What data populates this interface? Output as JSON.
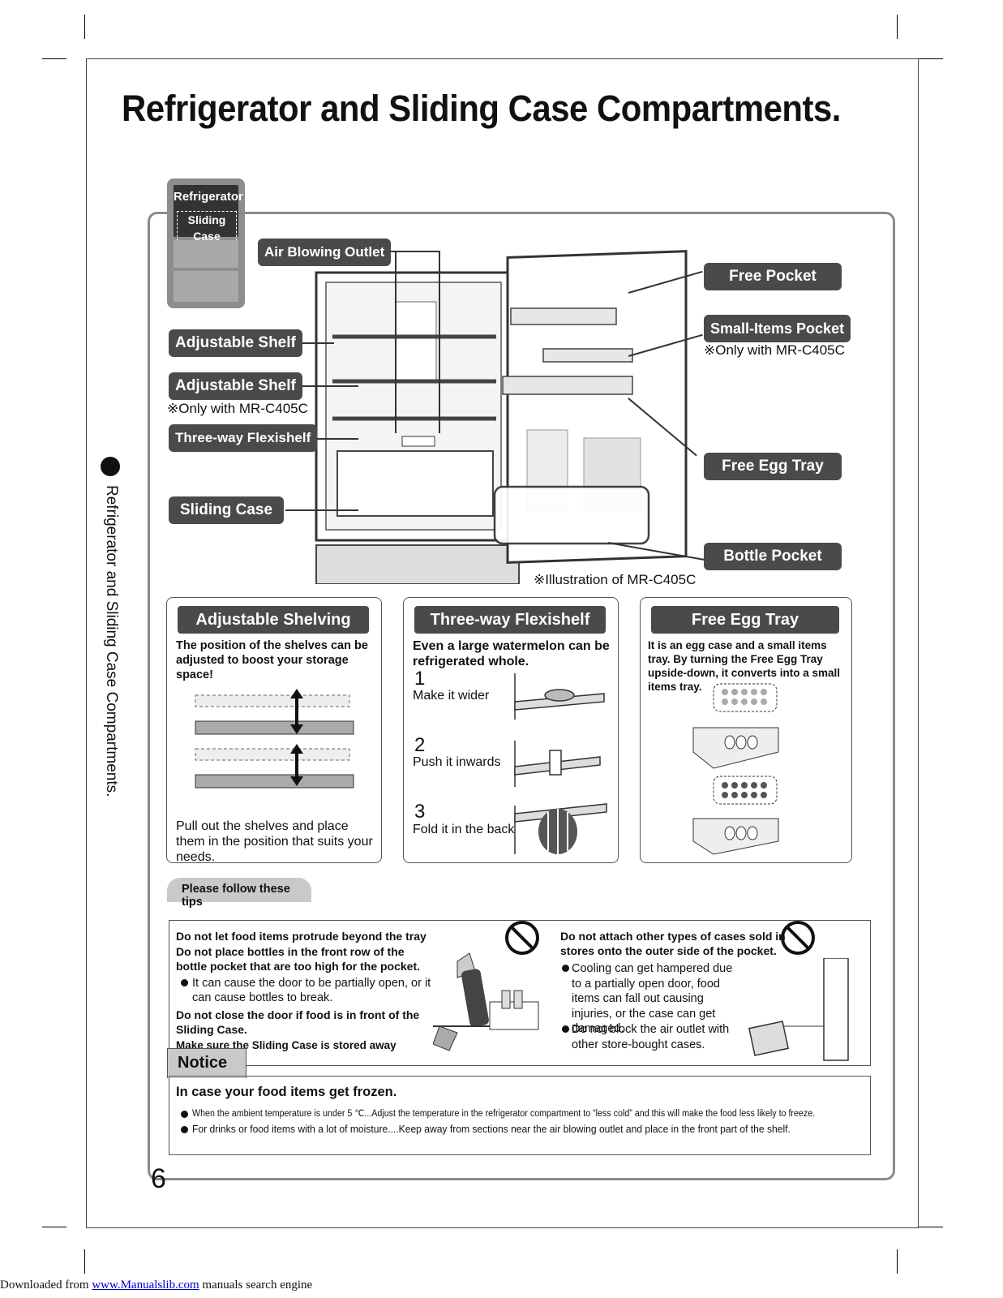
{
  "page": {
    "title": "Refrigerator and Sliding Case Compartments.",
    "side_label": "Refrigerator and Sliding Case Compartments.",
    "page_number": "6"
  },
  "legend": {
    "refrigerator": "Refrigerator",
    "sliding_case": "Sliding Case"
  },
  "callouts": {
    "air_blowing_outlet": "Air Blowing Outlet",
    "adjustable_shelf_1": "Adjustable Shelf",
    "adjustable_shelf_2": "Adjustable Shelf",
    "only_with_1": "※Only with MR-C405C",
    "three_way_flexishelf": "Three-way Flexishelf",
    "sliding_case": "Sliding Case",
    "free_pocket": "Free Pocket",
    "small_items_pocket": "Small-Items Pocket",
    "only_with_2": "※Only with MR-C405C",
    "free_egg_tray": "Free Egg Tray",
    "bottle_pocket": "Bottle Pocket",
    "illustration_note": "※Illustration of MR-C405C"
  },
  "panels": {
    "adjustable": {
      "heading": "Adjustable Shelving",
      "lead": "The position of the shelves can be adjusted to boost your storage space!",
      "body": "Pull out the shelves and place them in the position that suits your needs."
    },
    "flexishelf": {
      "heading": "Three-way Flexishelf",
      "lead": "Even a large watermelon can be refrigerated whole.",
      "steps": [
        {
          "num": "1",
          "text": "Make it wider"
        },
        {
          "num": "2",
          "text": "Push it inwards"
        },
        {
          "num": "3",
          "text": "Fold it in the back"
        }
      ]
    },
    "eggtray": {
      "heading": "Free Egg Tray",
      "lead": "It is an egg case and a small items tray. By turning the Free Egg Tray upside-down, it converts into a small items tray."
    }
  },
  "tips": {
    "tab": "Please follow these tips",
    "left_bold_1": "Do not let food items protrude beyond the tray",
    "left_bold_2": "Do not place bottles in the front row of the bottle pocket that are too high for the pocket.",
    "left_bullet": "It can cause the door to be partially open, or it can cause bottles to break.",
    "left_bold_3": "Do not close the door if food is in front of the Sliding Case.",
    "left_bold_4": "Make sure the Sliding Case is stored away properly.",
    "right_bold": "Do not attach other types of cases sold in stores onto the outer side of the pocket.",
    "right_bullet_1": "Cooling can get hampered due to a partially open door, food items can fall out causing injuries, or the case can get damaged.",
    "right_bullet_2": "Do not block the air outlet with other store-bought cases."
  },
  "notice": {
    "tab": "Notice",
    "heading": "In case your food items get frozen.",
    "bullet_1": "When the ambient temperature is under 5 ℃...Adjust the temperature in the refrigerator compartment to “less cold” and this will make the food less likely to freeze.",
    "bullet_2": "For drinks or food items with a lot of moisture....Keep away from sections near the air blowing outlet and place in the front part of the shelf."
  },
  "footer": {
    "prefix": "Downloaded from ",
    "link": "www.Manualslib.com",
    "suffix": " manuals search engine"
  }
}
